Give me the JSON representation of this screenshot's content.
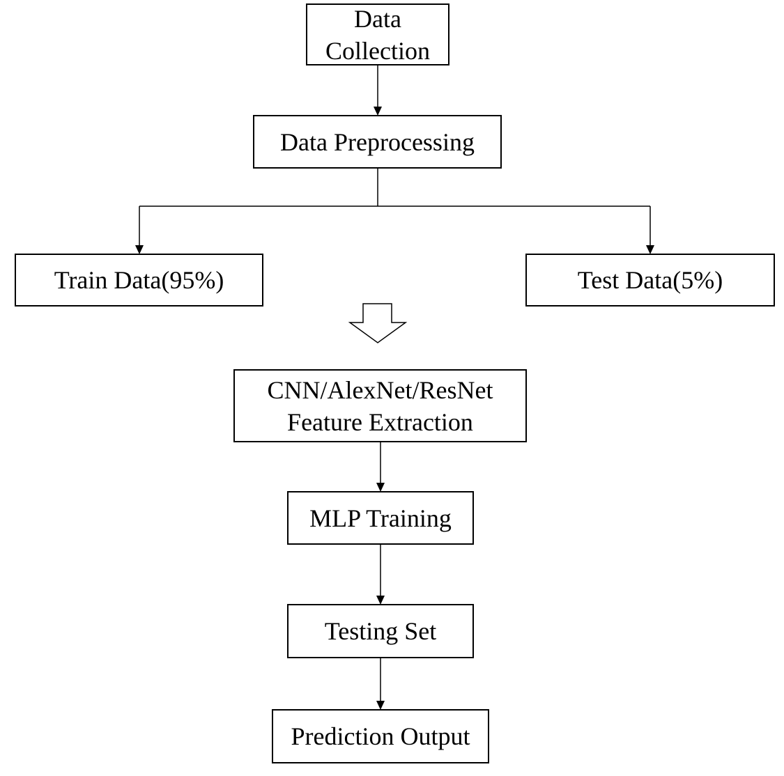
{
  "nodes": {
    "data_collection": {
      "line1": "Data",
      "line2": "Collection"
    },
    "data_preprocessing": {
      "label": "Data Preprocessing"
    },
    "train_data": {
      "label": "Train Data(95%)"
    },
    "test_data": {
      "label": "Test Data(5%)"
    },
    "feature_extraction": {
      "line1": "CNN/AlexNet/ResNet",
      "line2": "Feature Extraction"
    },
    "mlp_training": {
      "label": "MLP Training"
    },
    "testing_set": {
      "label": "Testing Set"
    },
    "prediction_output": {
      "label": "Prediction Output"
    }
  },
  "edges": [
    {
      "from": "data_collection",
      "to": "data_preprocessing",
      "style": "arrow"
    },
    {
      "from": "data_preprocessing",
      "to": "train_data",
      "style": "arrow"
    },
    {
      "from": "data_preprocessing",
      "to": "test_data",
      "style": "arrow"
    },
    {
      "from": "train_data",
      "to": "feature_extraction",
      "style": "hollow-block-arrow"
    },
    {
      "from": "feature_extraction",
      "to": "mlp_training",
      "style": "arrow"
    },
    {
      "from": "mlp_training",
      "to": "testing_set",
      "style": "arrow"
    },
    {
      "from": "testing_set",
      "to": "prediction_output",
      "style": "arrow"
    }
  ],
  "colors": {
    "stroke": "#000000",
    "fill": "#ffffff",
    "text": "#000000"
  }
}
